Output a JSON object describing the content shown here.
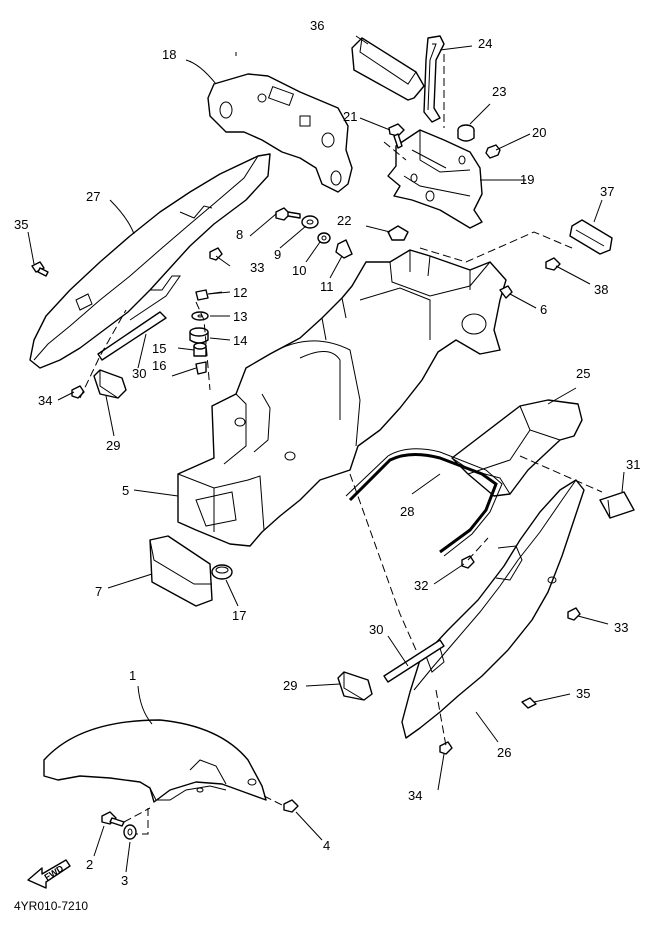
{
  "diagram": {
    "code": "4YR010-7210",
    "fwd_label": "FWD",
    "callouts": [
      "1",
      "2",
      "3",
      "4",
      "5",
      "6",
      "7",
      "8",
      "9",
      "10",
      "11",
      "12",
      "13",
      "14",
      "15",
      "16",
      "17",
      "18",
      "19",
      "20",
      "21",
      "22",
      "23",
      "24",
      "25",
      "26",
      "27",
      "28",
      "29",
      "29",
      "30",
      "30",
      "31",
      "32",
      "33",
      "33",
      "34",
      "34",
      "35",
      "35",
      "36",
      "37",
      "38"
    ]
  }
}
